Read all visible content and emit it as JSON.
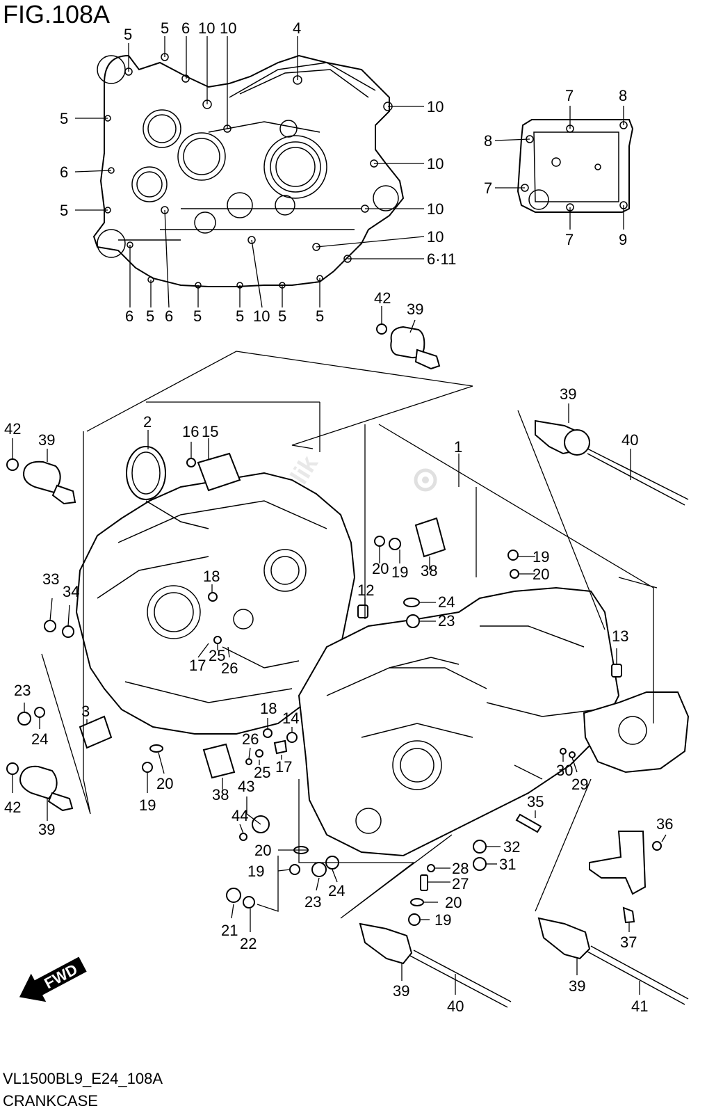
{
  "figure": {
    "title": "FIG.108A",
    "model_code": "VL1500BL9_E24_108A",
    "section": "CRANKCASE",
    "direction_marker": "FWD",
    "watermark": "PartsRepublik"
  },
  "callouts": {
    "c1": "5",
    "c2": "5",
    "c3": "6",
    "c4": "10",
    "c5": "10",
    "c6": "4",
    "c7": "5",
    "c8": "10",
    "c9": "6",
    "c10": "10",
    "c11": "5",
    "c12": "10",
    "c13": "10",
    "c14": "6·11",
    "c15": "6",
    "c16": "5",
    "c17": "6",
    "c18": "5",
    "c19": "5",
    "c20": "10",
    "c21": "5",
    "c22": "5",
    "c23": "7",
    "c24": "8",
    "c25": "8",
    "c26": "7",
    "c27": "7",
    "c28": "9",
    "c29": "42",
    "c30": "39",
    "c31": "39",
    "c32": "40",
    "c33": "2",
    "c34": "16",
    "c35": "15",
    "c36": "1",
    "c37": "42",
    "c38": "39",
    "c39": "20",
    "c40": "19",
    "c41": "38",
    "c42": "19",
    "c43": "20",
    "c44": "33",
    "c45": "34",
    "c46": "18",
    "c47": "12",
    "c48": "24",
    "c49": "23",
    "c50": "17",
    "c51": "25",
    "c52": "26",
    "c53": "13",
    "c54": "23",
    "c55": "24",
    "c56": "3",
    "c57": "18",
    "c58": "14",
    "c59": "26",
    "c60": "25",
    "c61": "17",
    "c62": "20",
    "c63": "19",
    "c64": "38",
    "c65": "43",
    "c66": "44",
    "c67": "30",
    "c68": "29",
    "c69": "42",
    "c70": "39",
    "c71": "35",
    "c72": "36",
    "c73": "20",
    "c74": "32",
    "c75": "19",
    "c76": "28",
    "c77": "31",
    "c78": "27",
    "c79": "24",
    "c80": "23",
    "c81": "20",
    "c82": "19",
    "c83": "21",
    "c84": "22",
    "c85": "37",
    "c86": "39",
    "c87": "40",
    "c88": "39",
    "c89": "41"
  }
}
